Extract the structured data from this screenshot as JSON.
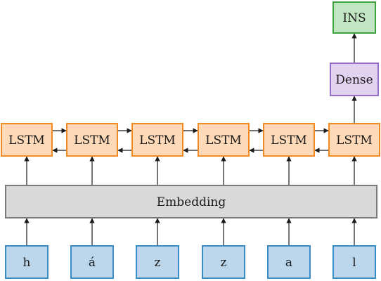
{
  "colors": {
    "lstm_fill": "#fdd9b8",
    "lstm_stroke": "#f08a24",
    "input_fill": "#bcd7ec",
    "input_stroke": "#3a8cc4",
    "embedding_fill": "#d9d9d9",
    "embedding_stroke": "#7a7a7a",
    "dense_fill": "#e1d2f0",
    "dense_stroke": "#9a6cc9",
    "output_fill": "#c2e6c2",
    "output_stroke": "#3fa33f",
    "arrow": "#1a1a1a"
  },
  "inputs": [
    "h",
    "á",
    "z",
    "z",
    "a",
    "l"
  ],
  "embedding": {
    "label": "Embedding"
  },
  "lstm": {
    "label": "LSTM",
    "count": 6
  },
  "dense": {
    "label": "Dense"
  },
  "output": {
    "label": "INS"
  }
}
